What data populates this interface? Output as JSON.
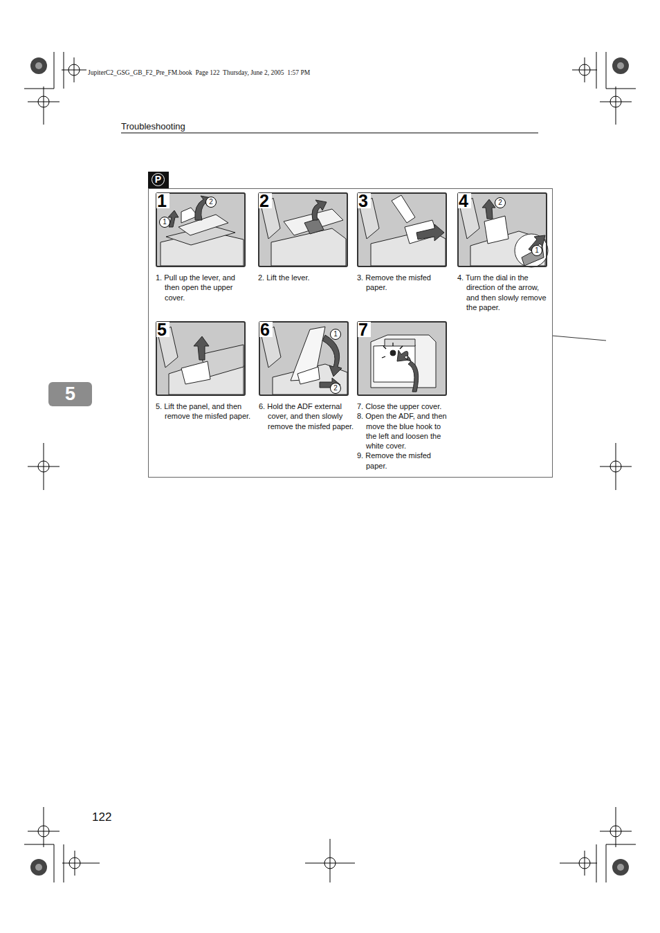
{
  "diagram": {
    "nodes": [
      {
        "text": [
          "P"
        ]
      },
      {
        "text": [
          "1",
          "1. Pull up the lever, and then open the upper cover."
        ],
        "in": 0
      },
      {
        "text": [
          "2",
          "2. Lift the lever."
        ],
        "in": 0
      },
      {
        "text": [
          "3",
          "3. Remove the misfed paper."
        ],
        "in": 0
      },
      {
        "text": [
          "4",
          "4. Turn the dial in the direction of the arrow, and then slowly remove the paper."
        ],
        "in": 0
      },
      {
        "text": [
          "5",
          "5. Lift the panel, and then remove the misfed paper."
        ],
        "in": 0
      },
      {
        "text": [
          "6",
          "6. Hold the ADF external cover, and then slowly remove the misfed paper."
        ],
        "in": 0
      },
      {
        "text": [
          "7",
          "7. Close the upper cover.",
          "8. Open the ADF, and then move the blue hook to the left and loosen the white cover.",
          "9. Remove the misfed paper."
        ],
        "in": 0
      }
    ],
    "labels": [
      "JupiterC2_GSG_GB_F2_Pre_FM.book  Page 122  Thursday, June 2, 2005  1:57 PM",
      "Troubleshooting",
      "5",
      "122",
      "1",
      "2",
      "2",
      "1",
      "1",
      "2"
    ]
  }
}
